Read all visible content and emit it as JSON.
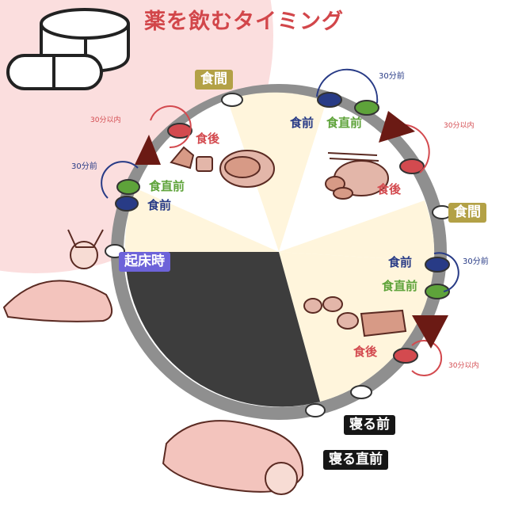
{
  "title": "薬を飲むタイミング",
  "labels": {
    "meal": "食間",
    "before": "食前",
    "just_before": "食直前",
    "after": "食後",
    "wakeup": "起床時",
    "before_bed": "寝る前",
    "just_before_bed": "寝る直前",
    "within_30": "30分以内",
    "before_30": "30分前"
  },
  "colors": {
    "accent_red": "#d34a4f",
    "meal_tag": "#b3a146",
    "wake_tag": "#6d63d9",
    "bed_tag": "#161616",
    "before_blue": "#283b86",
    "just_before_green": "#5ea33a",
    "day_sector": "#fff5dc",
    "night_sector": "#3d3d3d",
    "ring": "#8f8f8f"
  }
}
